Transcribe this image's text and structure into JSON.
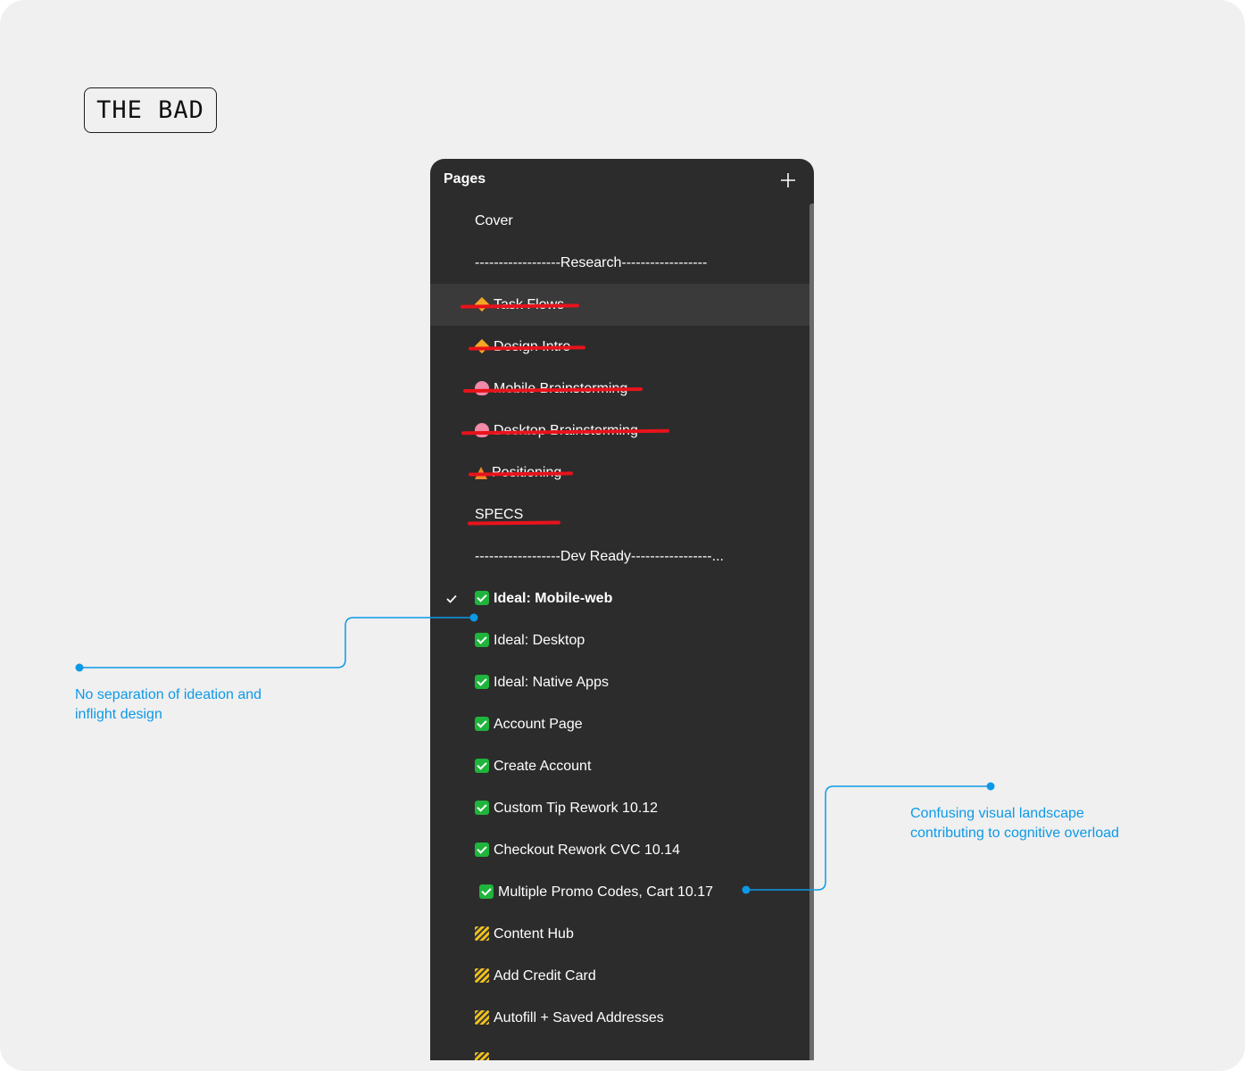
{
  "badge": {
    "label": "THE BAD"
  },
  "panel": {
    "title": "Pages",
    "add_icon": "plus-icon",
    "pages": [
      {
        "label": "Cover",
        "icon": "",
        "struck": false
      },
      {
        "label": "------------------Research------------------",
        "icon": "",
        "struck": false
      },
      {
        "label": "Task Flows",
        "icon": "diamond-icon",
        "struck": true,
        "hovered": true
      },
      {
        "label": "Design Intro",
        "icon": "diamond-icon",
        "struck": true
      },
      {
        "label": "Mobile Brainstorming",
        "icon": "brain-icon",
        "struck": true
      },
      {
        "label": "Desktop Brainstorming",
        "icon": "brain-icon",
        "struck": true
      },
      {
        "label": "Positioning",
        "icon": "cone-icon",
        "struck": true
      },
      {
        "label": "SPECS",
        "icon": "",
        "struck": true
      },
      {
        "label": "------------------Dev Ready-----------------...",
        "icon": "",
        "struck": false
      },
      {
        "label": "Ideal: Mobile-web",
        "icon": "check-box-icon",
        "selected": true
      },
      {
        "label": "Ideal: Desktop",
        "icon": "check-box-icon"
      },
      {
        "label": "Ideal: Native Apps",
        "icon": "check-box-icon"
      },
      {
        "label": "Account Page",
        "icon": "check-box-icon"
      },
      {
        "label": "Create Account",
        "icon": "check-box-icon"
      },
      {
        "label": "Custom Tip Rework 10.12",
        "icon": "check-box-icon"
      },
      {
        "label": "Checkout Rework CVC 10.14",
        "icon": "check-box-icon"
      },
      {
        "label": "Multiple Promo Codes, Cart 10.17",
        "icon": "check-box-icon",
        "shifted": true
      },
      {
        "label": "Content Hub",
        "icon": "barrier-icon"
      },
      {
        "label": "Add Credit Card",
        "icon": "barrier-icon"
      },
      {
        "label": "Autofill + Saved Addresses",
        "icon": "barrier-icon"
      },
      {
        "label": "",
        "icon": "barrier-icon"
      }
    ]
  },
  "annotations": {
    "left": "No separation of ideation and inflight design",
    "right": "Confusing visual landscape contributing to cognitive overload"
  },
  "colors": {
    "panel_bg": "#2c2c2c",
    "strike": "#e8131b",
    "annotation": "#0d99e6",
    "canvas": "#f0f0f0"
  }
}
